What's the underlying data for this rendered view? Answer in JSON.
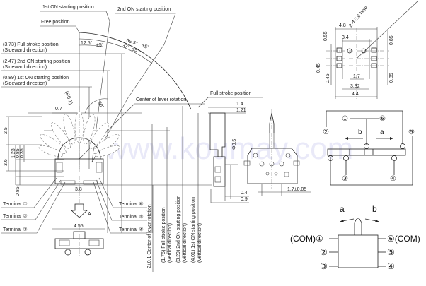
{
  "watermark": "www.koumay.com",
  "side_view": {
    "labels": {
      "first_on": "1st ON starting position",
      "second_on": "2nd ON starting position",
      "free": "Free position",
      "full_stroke_side": "(3.73) Full stroke position",
      "full_stroke_side_dir": "(Sideward direction)",
      "second_on_side": "(2.47) 2nd ON starting position",
      "second_on_side_dir": "(Sideward direction)",
      "first_on_side": "(0.89) 1st ON starting position",
      "first_on_side_dir": "(Sideward direction)",
      "center_rotation": "Center of lever rotation",
      "full_stroke": "Full stroke position"
    },
    "angles": {
      "a1": "65.5°",
      "a1_tol": "±5°",
      "a2": "12.5°",
      "a2_tol": "±5°",
      "a3": "37°",
      "a3_tol": "±5°",
      "a4": "30°"
    },
    "dims": {
      "r": "(R0.1)",
      "d07": "0.7",
      "d25": "2.5",
      "d36": "3.6",
      "d123": "1.23",
      "d085a": "0.85",
      "d035": "0.35",
      "d085b": "0.85",
      "d38": "3.8",
      "d455": "4.55",
      "arrow_a": "A"
    },
    "terminals_left": [
      "Terminal ①",
      "Terminal ②",
      "Terminal ③"
    ],
    "terminals_right": [
      "Terminal ⑥",
      "Terminal ⑤",
      "Terminal ④"
    ],
    "vertical_labels": {
      "center": "2±0.1 Center of lever rotation",
      "full_stroke_v": "(1.76) Full stroke position",
      "full_stroke_v_dir": "(Vertical direction)",
      "second_on_v": "(3.29) 2nd ON starting position",
      "second_on_v_dir": "(Vertical direction)",
      "first_on_v": "(4.01) 1st ON starting position",
      "first_on_v_dir": "(Vertical direction)"
    }
  },
  "profile_view": {
    "d14": "1.4",
    "d121": "1.21",
    "d05": "Φ0.5",
    "d04": "0.4",
    "d09": "0.9",
    "d17": "1.7±0.05"
  },
  "footprint": {
    "hole": "2-Φ0.6 hole",
    "d48": "4.8",
    "d34": "3.4",
    "d055": "0.55",
    "d045a": "0.45",
    "d045b": "0.45",
    "d085a": "0.85",
    "d085b": "0.85",
    "d17": "1.7",
    "d332": "3.32",
    "d44": "4.4"
  },
  "circuit": {
    "n1": "①",
    "n2": "②",
    "n3": "③",
    "n4": "④",
    "n5": "⑤",
    "n6": "⑥",
    "a": "a",
    "b": "b"
  },
  "schematic": {
    "a": "a",
    "b": "b",
    "left": [
      "(COM)①",
      "②",
      "③"
    ],
    "right": [
      "⑥(COM)",
      "⑤",
      "④"
    ]
  }
}
